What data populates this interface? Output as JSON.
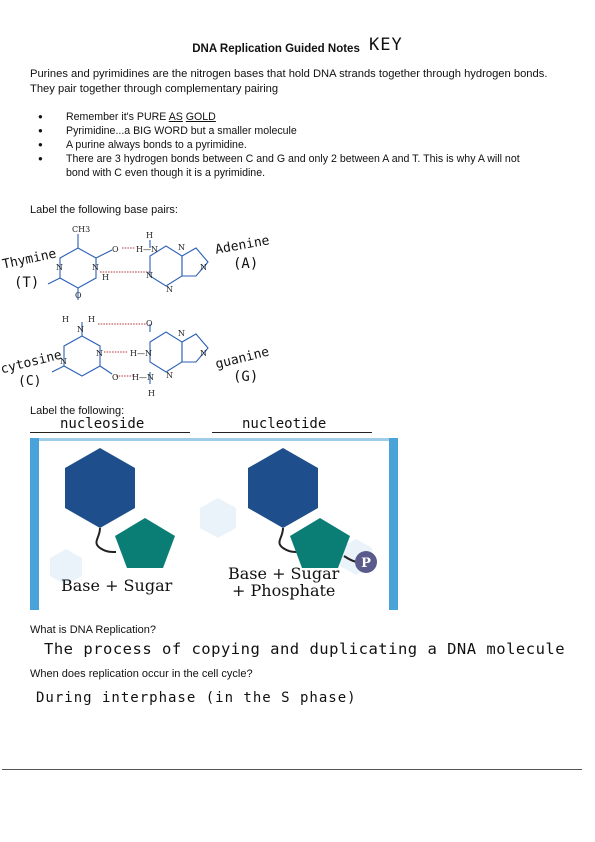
{
  "header": {
    "title": "DNA Replication Guided Notes",
    "key": "KEY"
  },
  "intro": {
    "line1": "Purines and pyrimidines are the nitrogen bases that hold DNA strands together through hydrogen bonds.",
    "line2": "They pair together through complementary pairing"
  },
  "bullets": {
    "b1_pre": "Remember it's PURE ",
    "b1_as": "AS",
    "b1_post": " ",
    "b1_gold": "GOLD",
    "b2": "Pyrimidine...a BIG WORD but a smaller molecule",
    "b3": "A purine always bonds to a pyrimidine.",
    "b4a": "There are 3 hydrogen bonds between C and G and only 2 between A and T.  This is why A will not",
    "b4b": "bond with C even though it is a pyrimidine."
  },
  "base_pairs": {
    "prompt": "Label the following base pairs:",
    "thymine": "Thymine",
    "thymine_abbr": "(T)",
    "adenine": "Adenine",
    "adenine_abbr": "(A)",
    "cytosine": "cytosine",
    "cytosine_abbr": "(C)",
    "guanine": "guanine",
    "guanine_abbr": "(G)",
    "atoms": {
      "ch3": "CH3",
      "o": "O",
      "h": "H",
      "n": "N",
      "hn": "H—N",
      "nh": "N—H"
    }
  },
  "nucleo": {
    "prompt": "Label the following:",
    "left_answer": "nucleoside",
    "right_answer": "nucleotide",
    "left_caption": "Base + Sugar",
    "right_caption_1": "Base + Sugar",
    "right_caption_2": "+ Phosphate",
    "phosphate_letter": "P",
    "colors": {
      "hexagon": "#1f4e8c",
      "pentagon": "#0a7d74",
      "phosphate": "#5a5a8c",
      "frame": "#4aa3d8"
    }
  },
  "replication": {
    "q1": "What is DNA Replication?",
    "a1": "The process of copying and duplicating a DNA molecule",
    "q2": "When does replication occur in the cell cycle?",
    "a2": "During interphase (in the S phase)"
  }
}
